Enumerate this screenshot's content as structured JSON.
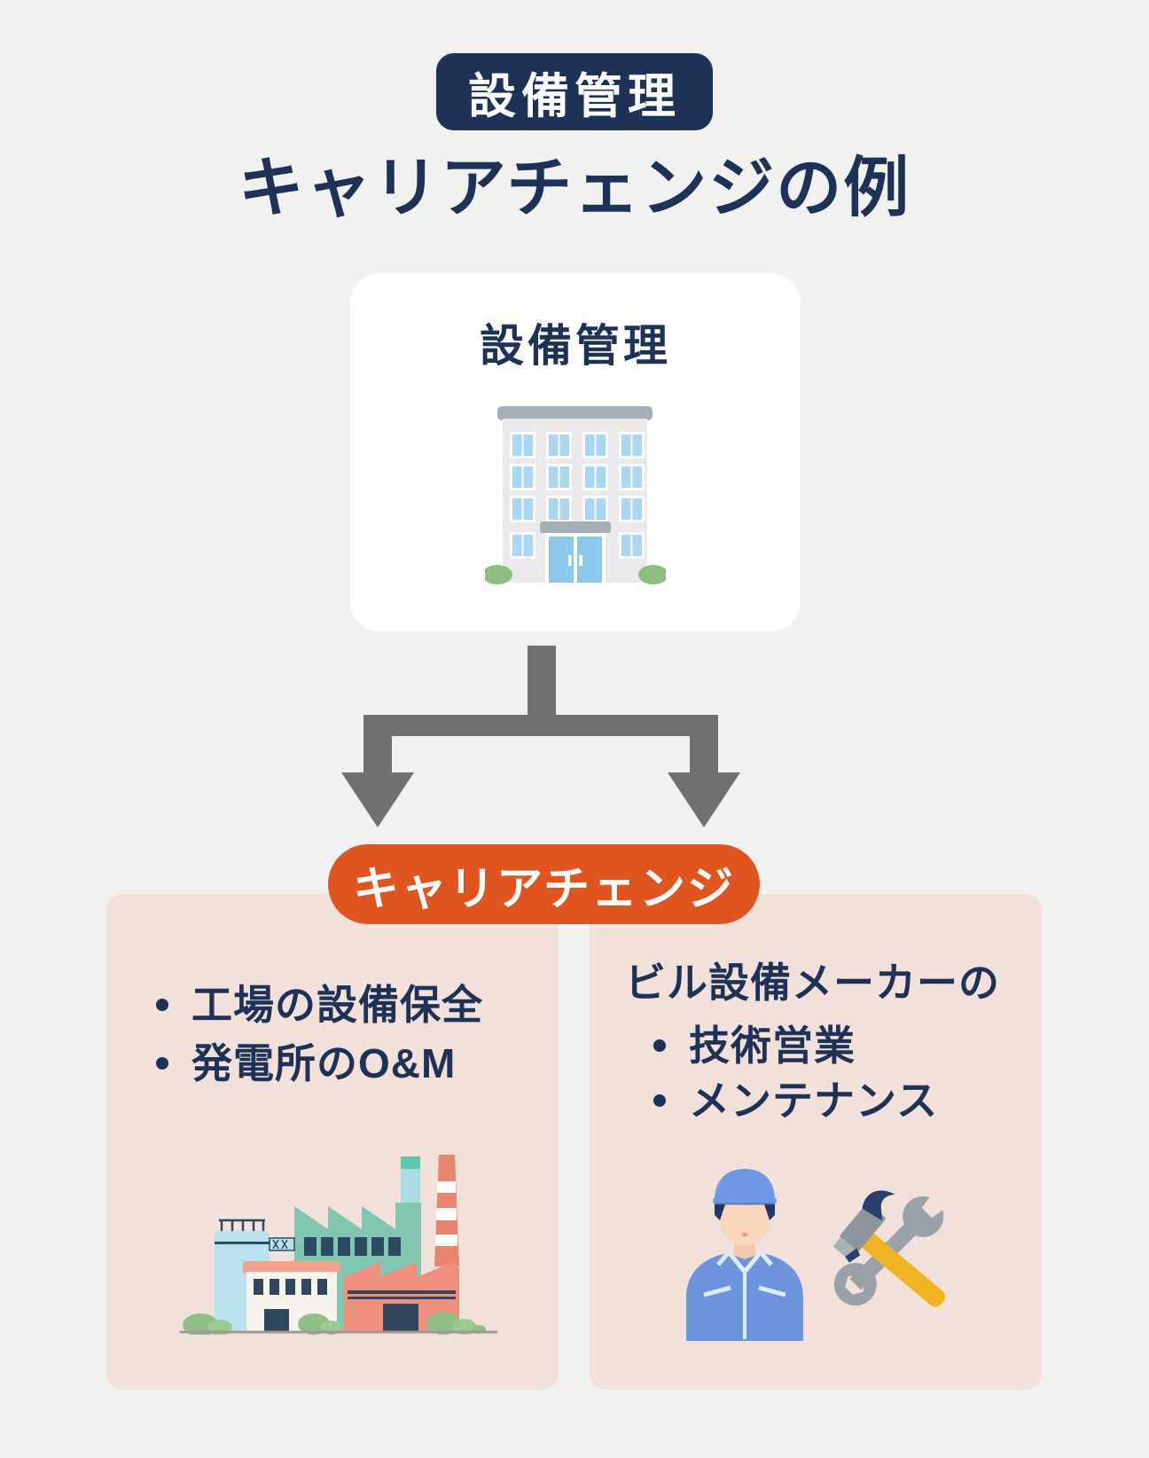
{
  "header": {
    "badge": "設備管理",
    "title": "キャリアチェンジの例"
  },
  "source_card": {
    "title": "設備管理",
    "icon": "office-building"
  },
  "flow": {
    "arrow_icon": "split-arrow",
    "pill_label": "キャリアチェンジ"
  },
  "cards": {
    "left": {
      "bullets": [
        "工場の設備保全",
        "発電所のO&M"
      ],
      "icon": "factory"
    },
    "right": {
      "heading": "ビル設備メーカーの",
      "bullets": [
        "技術営業",
        "メンテナンス"
      ],
      "icons": [
        "maintenance-worker",
        "hammer-and-wrench"
      ]
    }
  },
  "colors": {
    "background": "#f1f1f0",
    "navy": "#1e3156",
    "orange": "#e0551f",
    "card_pink": "#f2e1da",
    "arrow_gray": "#6f706f",
    "white": "#ffffff"
  }
}
